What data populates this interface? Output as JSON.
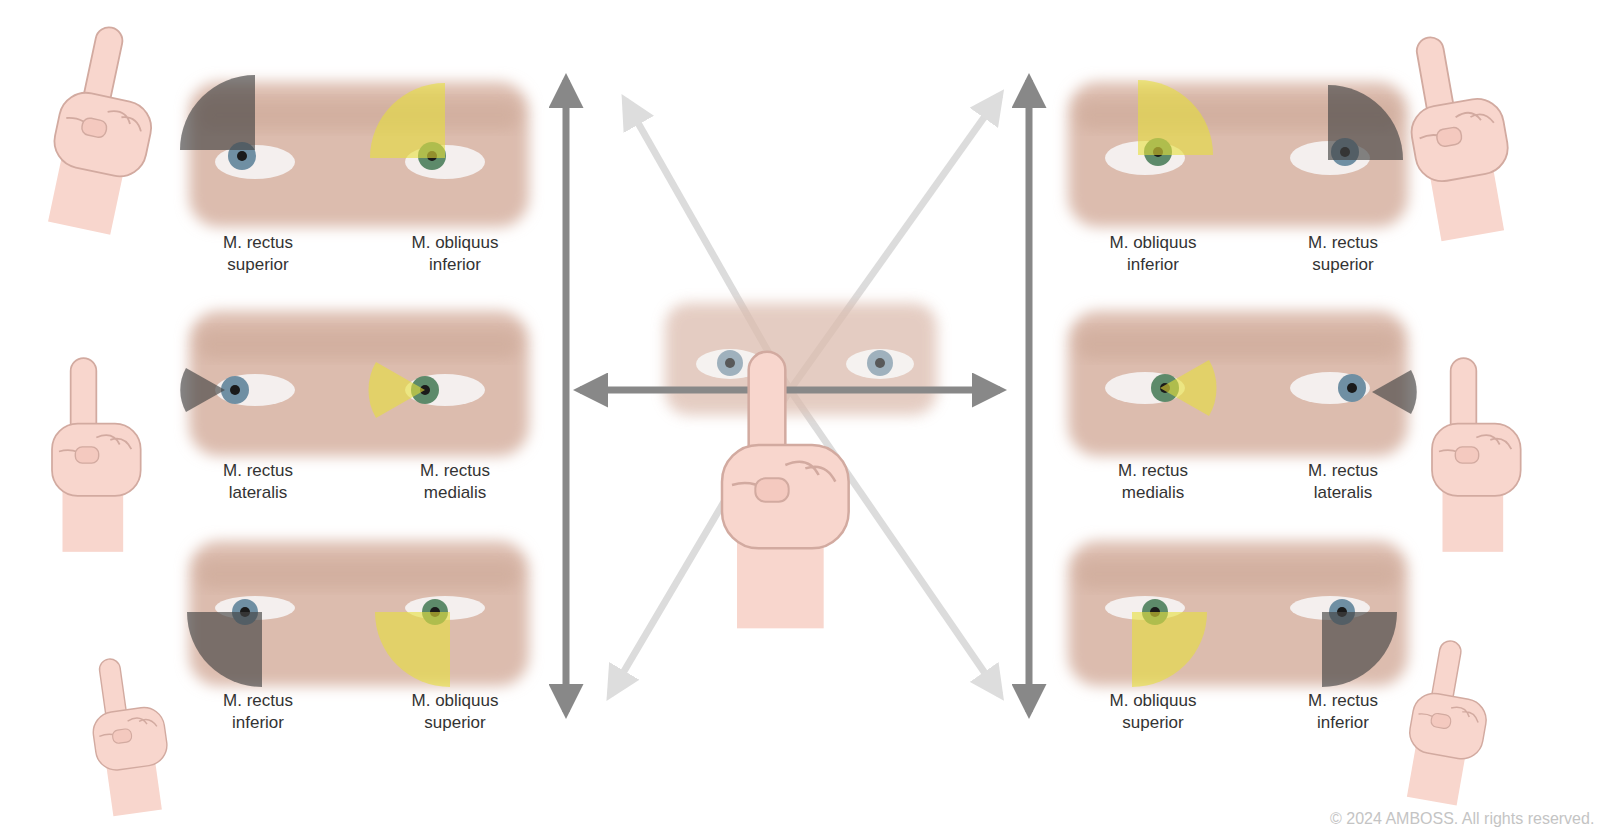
{
  "diagram": {
    "labels": [
      "M. rectus superior",
      "M. obliquus inferior",
      "M. rectus lateralis",
      "M. rectus medialis",
      "M. rectus inferior",
      "M. obliquus superior",
      "M. obliquus inferior",
      "M. rectus superior",
      "M. rectus medialis",
      "M. rectus lateralis",
      "M. obliquus superior",
      "M. rectus inferior",
      "© 2024 AMBOSS. All rights reserved."
    ]
  }
}
